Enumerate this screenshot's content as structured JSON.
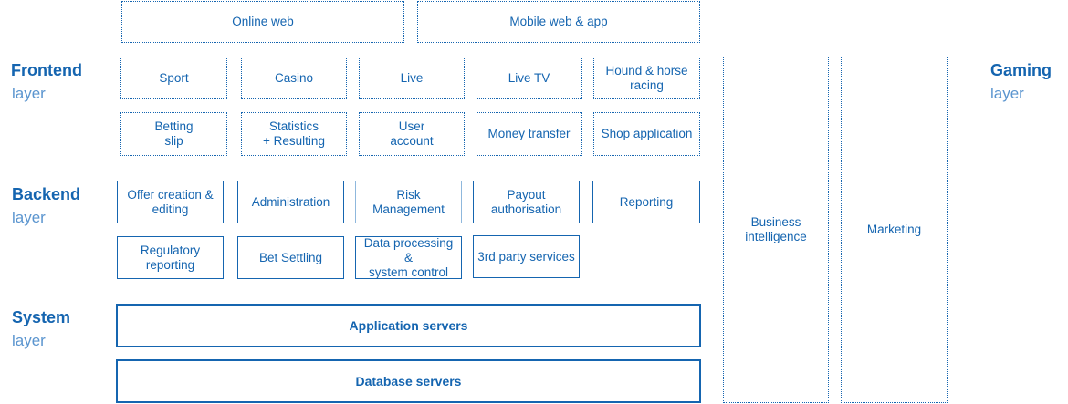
{
  "layers": {
    "frontend": {
      "title": "Frontend",
      "sub": "layer"
    },
    "backend": {
      "title": "Backend",
      "sub": "layer"
    },
    "system": {
      "title": "System",
      "sub": "layer"
    },
    "gaming": {
      "title": "Gaming",
      "sub": "layer"
    }
  },
  "frontend": {
    "channels": [
      "Online web",
      "Mobile web & app"
    ],
    "row1": [
      "Sport",
      "Casino",
      "Live",
      "Live TV",
      "Hound & horse\nracing"
    ],
    "row2": [
      "Betting\nslip",
      "Statistics\n+ Resulting",
      "User\naccount",
      "Money transfer",
      "Shop application"
    ]
  },
  "backend": {
    "row1": [
      "Offer creation &\nediting",
      "Administration",
      "Risk Management",
      "Payout\nauthorisation",
      "Reporting"
    ],
    "row2": [
      "Regulatory\nreporting",
      "Bet Settling",
      "Data processing &\nsystem control",
      "3rd party services"
    ]
  },
  "system": {
    "app_servers": "Application servers",
    "db_servers": "Database servers"
  },
  "gaming": {
    "business_intelligence": "Business\nintelligence",
    "marketing": "Marketing"
  },
  "colors": {
    "primary": "#1565b0",
    "light_border": "#8fb8dd",
    "subtitle": "#5b95cf"
  }
}
